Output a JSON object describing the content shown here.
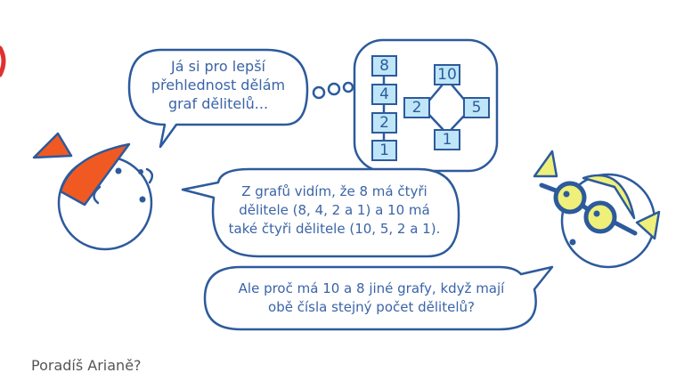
{
  "bubbles": {
    "thought_intro": [
      "Já si pro lepší",
      "přehlednost dělám",
      "graf dělitelů..."
    ],
    "observation": [
      "Z grafů vidím, že 8 má čtyři",
      "dělitele (8, 4, 2 a 1) a 10 má",
      "také čtyři dělitele (10, 5, 2 a 1)."
    ],
    "question_girl": [
      "Ale proč má 10 a 8 jiné grafy, když mají",
      "obě čísla stejný počet dělitelů?"
    ]
  },
  "graph8": [
    "8",
    "4",
    "2",
    "1"
  ],
  "graph10": {
    "top": "10",
    "left": "2",
    "right": "5",
    "bottom": "1"
  },
  "prompt": "Poradíš Arianě?",
  "colors": {
    "ink": "#2d5a9c",
    "node_fill": "#bfe6f8",
    "hair_boy": "#f05a22",
    "hair_girl": "#eef07a",
    "accent_red": "#e03030"
  }
}
